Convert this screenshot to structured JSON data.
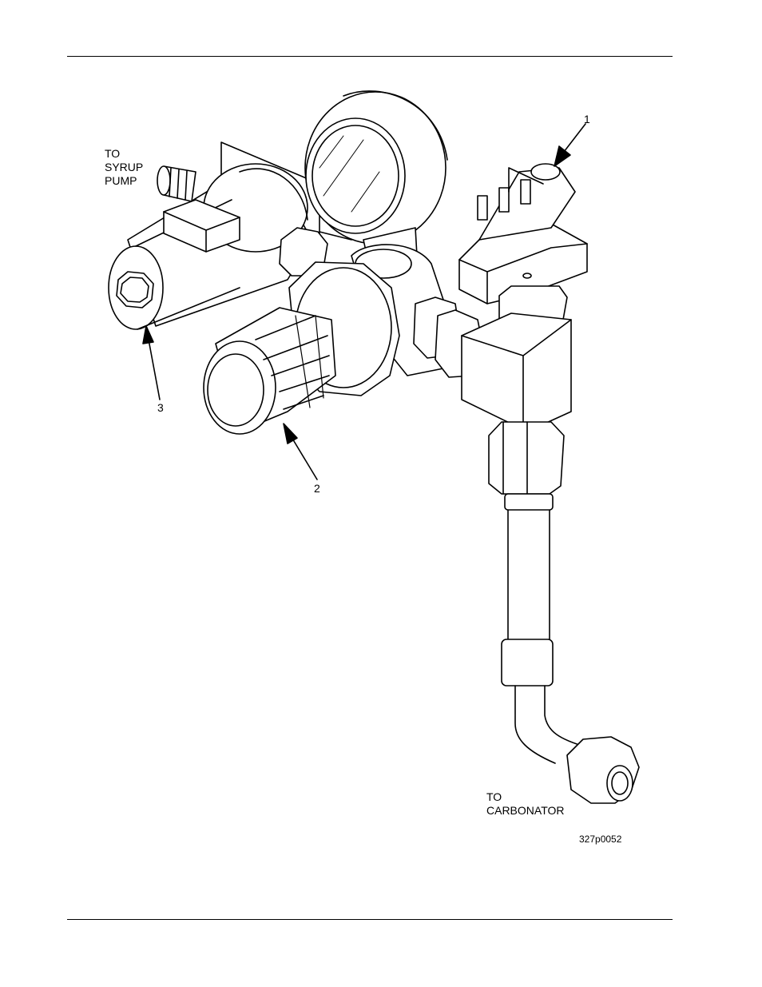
{
  "labels": {
    "syrup_pump": "TO\nSYRUP\nPUMP",
    "carbonator": "TO\nCARBONATOR",
    "callout_1": "1",
    "callout_2": "2",
    "callout_3": "3",
    "figure_code": "327p0052"
  },
  "colors": {
    "ink": "#000000",
    "paper": "#ffffff"
  }
}
